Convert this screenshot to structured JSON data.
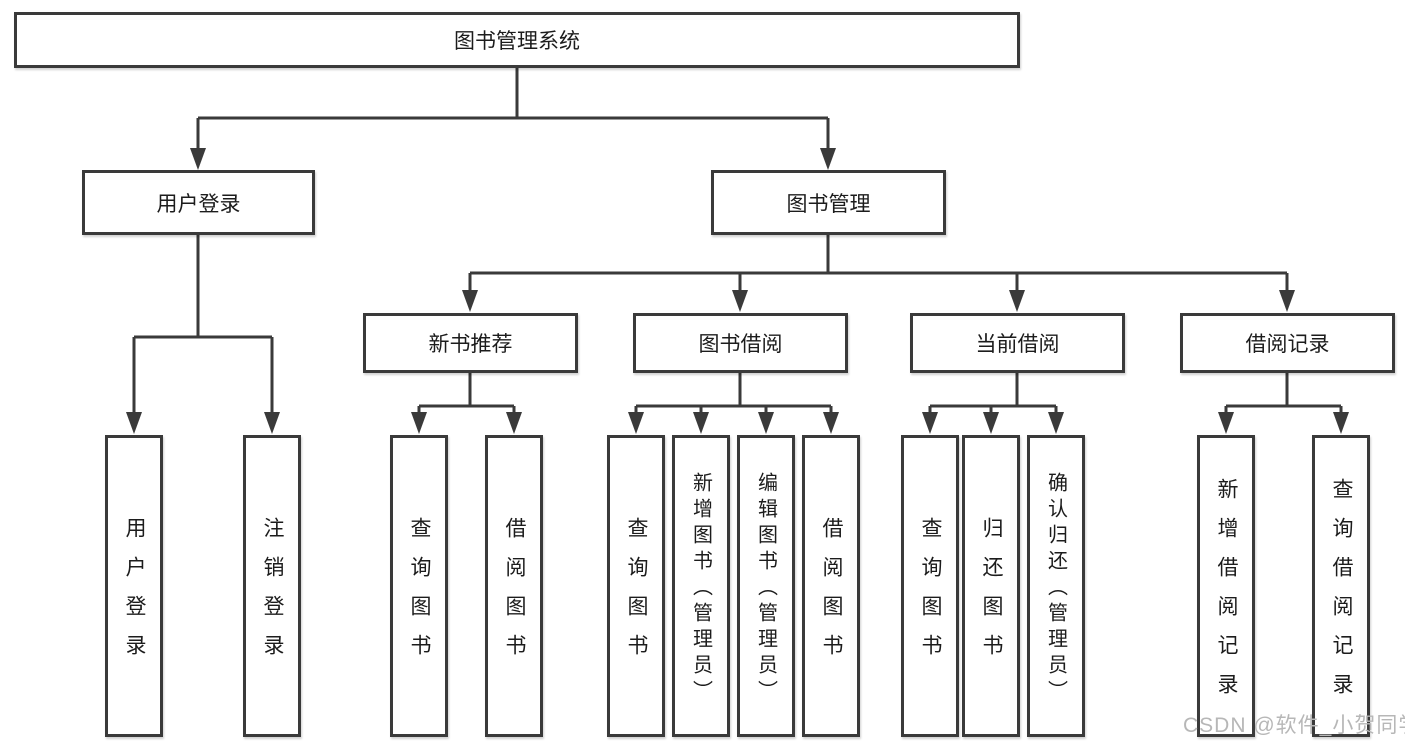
{
  "tree": {
    "label": "图书管理系统",
    "children": [
      {
        "label": "用户登录",
        "children": [
          {
            "label": "用户登录"
          },
          {
            "label": "注销登录"
          }
        ]
      },
      {
        "label": "图书管理",
        "children": [
          {
            "label": "新书推荐",
            "children": [
              {
                "label": "查询图书"
              },
              {
                "label": "借阅图书"
              }
            ]
          },
          {
            "label": "图书借阅",
            "children": [
              {
                "label": "查询图书"
              },
              {
                "label": "新增图书（管理员）"
              },
              {
                "label": "编辑图书（管理员）"
              },
              {
                "label": "借阅图书"
              }
            ]
          },
          {
            "label": "当前借阅",
            "children": [
              {
                "label": "查询图书"
              },
              {
                "label": "归还图书"
              },
              {
                "label": "确认归还（管理员）"
              }
            ]
          },
          {
            "label": "借阅记录",
            "children": [
              {
                "label": "新增借阅记录"
              },
              {
                "label": "查询借阅记录"
              }
            ]
          }
        ]
      }
    ]
  },
  "watermark": "CSDN @软件_小贺同学",
  "colors": {
    "line": "#3a3a3a",
    "box_border": "#3a3a3a",
    "text": "#1c1c1c",
    "watermark": "#b7b7b7",
    "background": "#ffffff"
  }
}
